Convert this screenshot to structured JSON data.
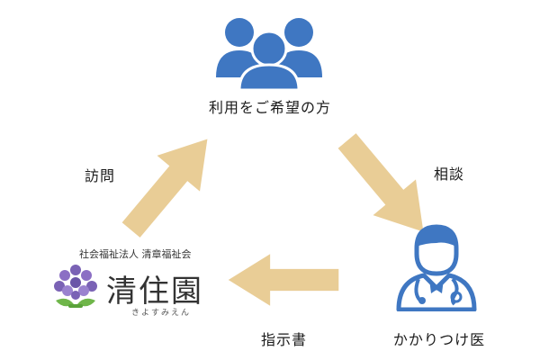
{
  "nodes": {
    "users": {
      "label": "利用をご希望の方",
      "icon": "users-group-icon"
    },
    "doctor": {
      "label": "かかりつけ医",
      "icon": "doctor-icon"
    },
    "facility": {
      "org_type": "社会福祉法人 清章福祉会",
      "name": "清住園",
      "reading": "きよすみえん",
      "logo": "hydrangea-logo-icon"
    }
  },
  "edges": {
    "consult": {
      "label": "相談",
      "from": "users",
      "to": "doctor"
    },
    "instruction": {
      "label": "指示書",
      "from": "doctor",
      "to": "facility"
    },
    "visit": {
      "label": "訪問",
      "from": "facility",
      "to": "users"
    }
  },
  "colors": {
    "icon_blue": "#3f77c2",
    "arrow_fill": "#e7c98d",
    "logo_purple": "#7a62b5",
    "logo_green": "#6fb64a",
    "text": "#1a1a1a"
  }
}
